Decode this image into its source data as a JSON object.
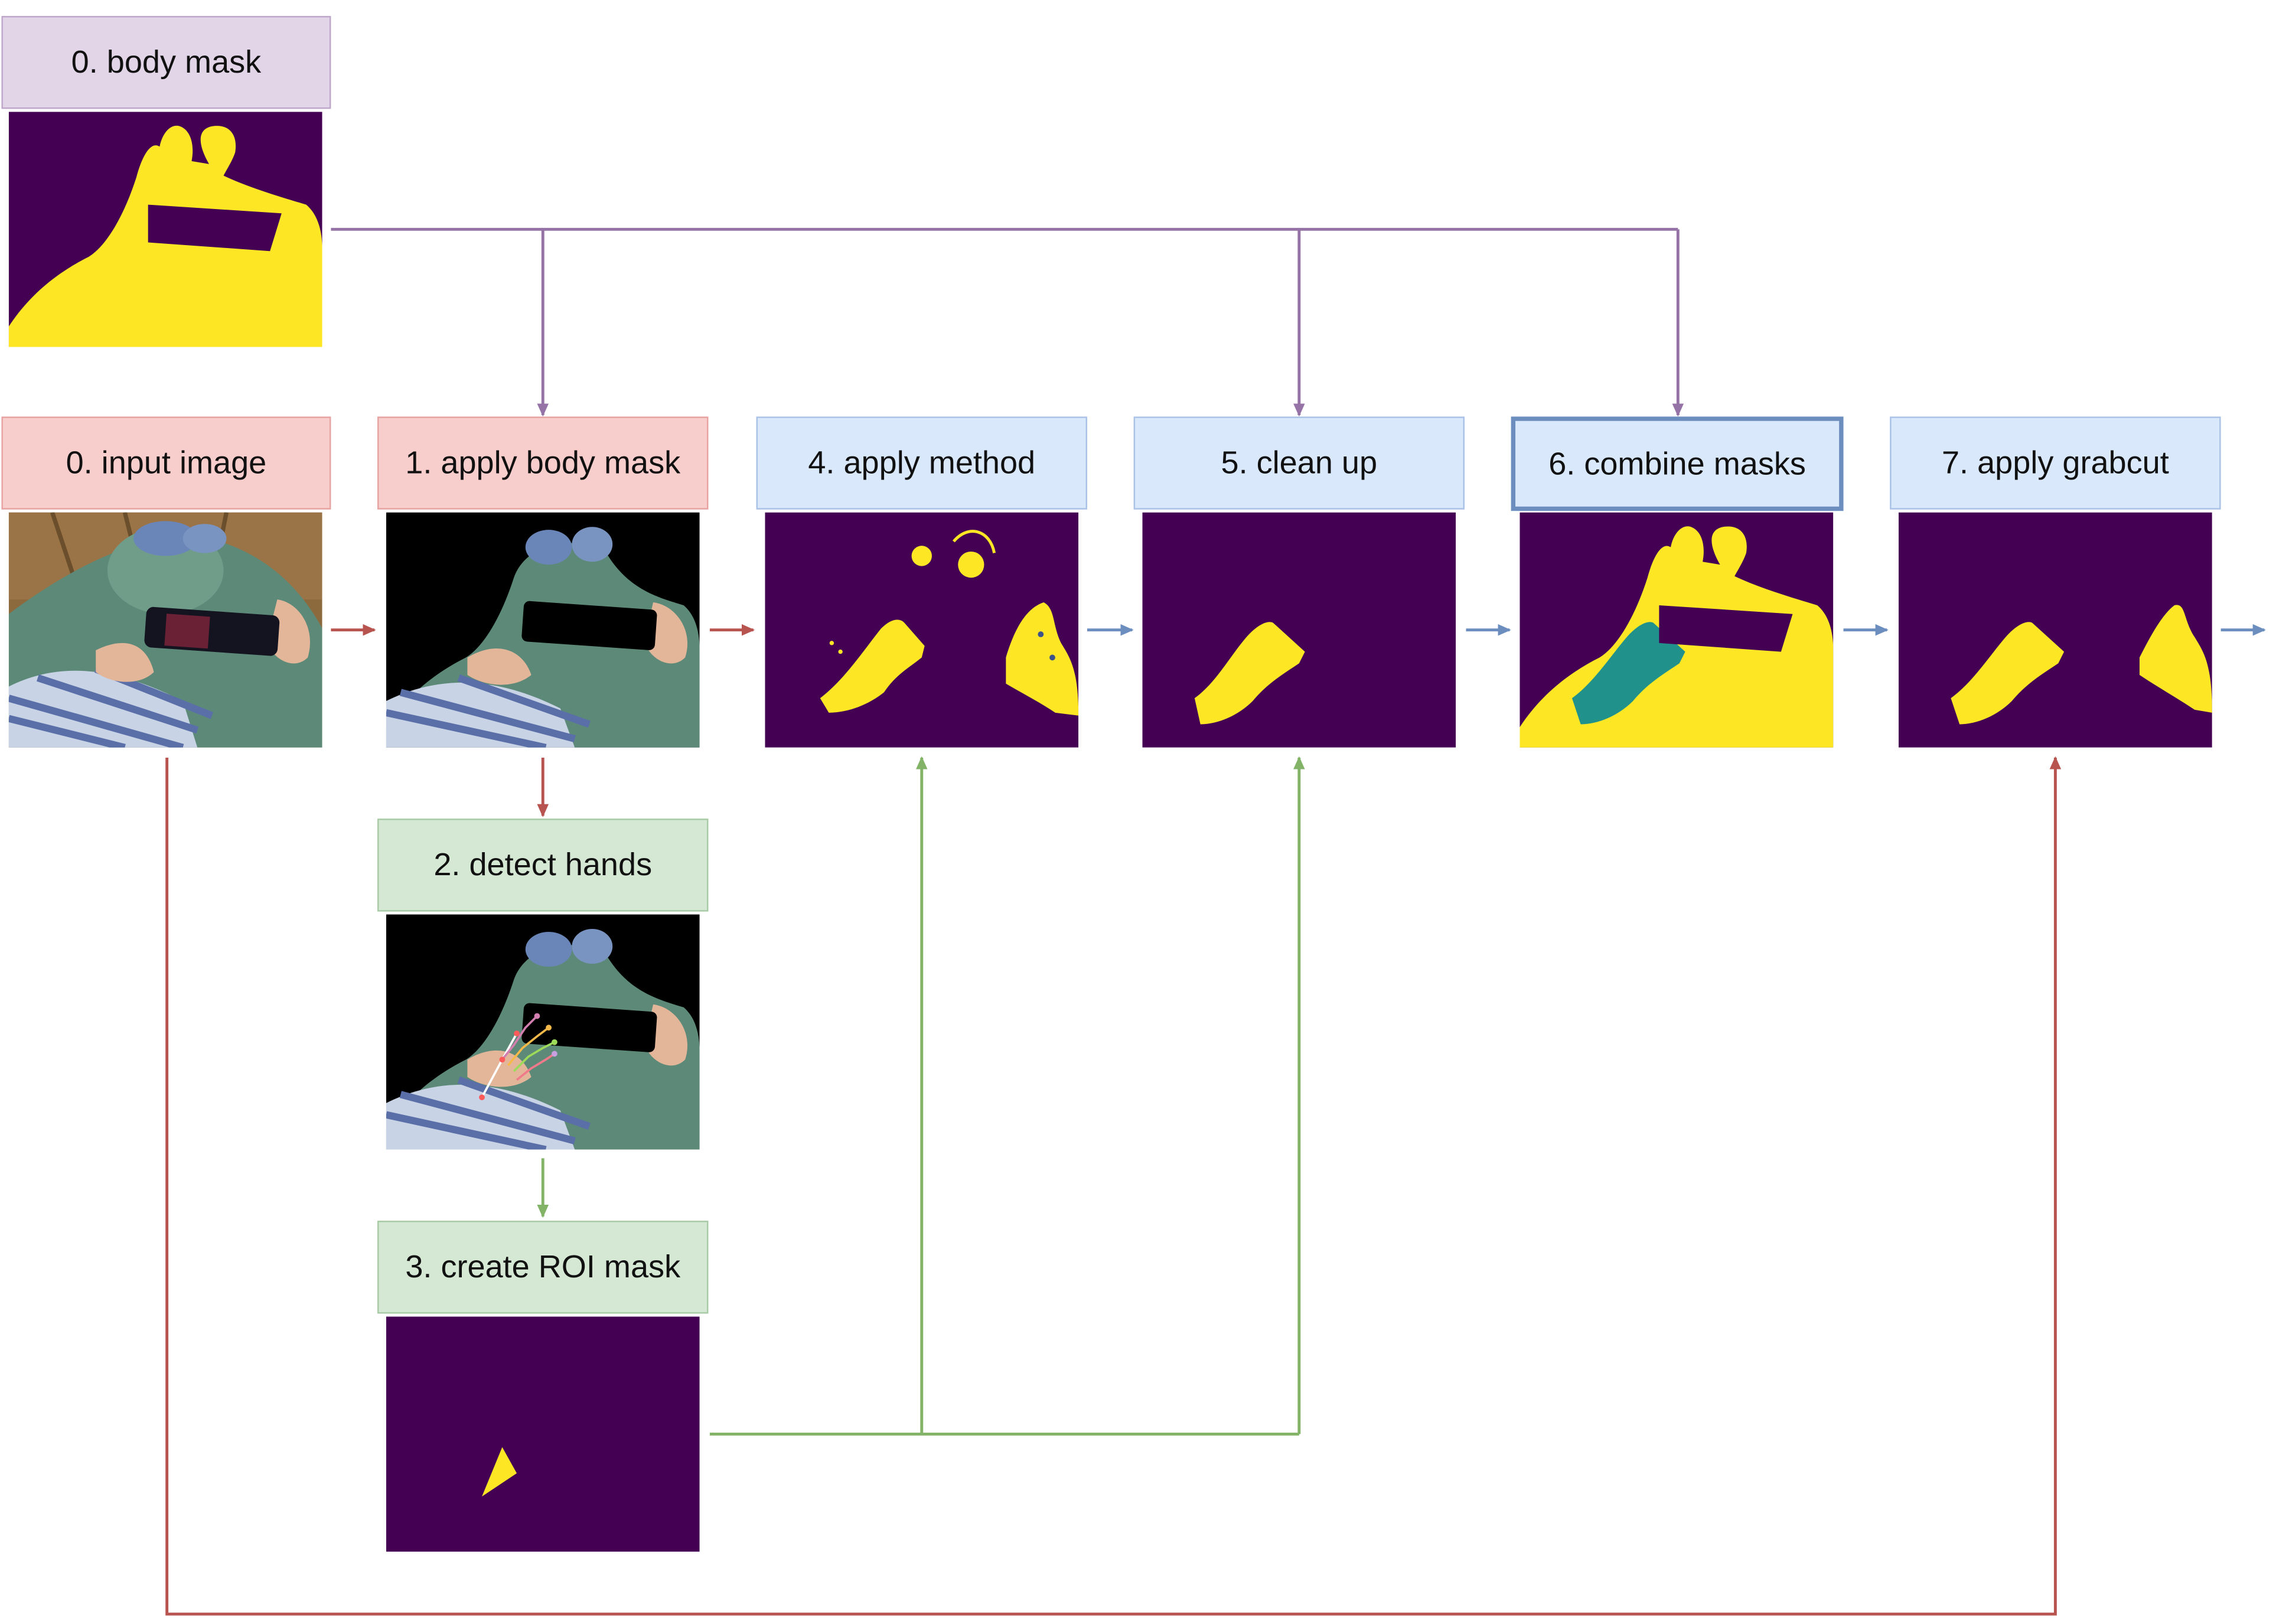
{
  "nodes": {
    "body_mask": "0. body mask",
    "input_image": "0. input image",
    "apply_body_mask": "1. apply body mask",
    "detect_hands": "2. detect hands",
    "create_roi_mask": "3. create ROI mask",
    "apply_method": "4. apply method",
    "clean_up": "5. clean up",
    "combine_masks": "6. combine masks",
    "apply_grabcut": "7. apply grabcut"
  },
  "colors": {
    "pink_fill": "#f8cecc",
    "purple_fill": "#e1d5e7",
    "blue_fill": "#dae8fc",
    "green_fill": "#d5e8d4",
    "red_edge": "#b85450",
    "purple_edge": "#9673a6",
    "blue_edge": "#6c8ebf",
    "green_edge": "#82b366",
    "mask_background": "#440154",
    "mask_foreground": "#fde725",
    "mask_overlap": "#21918c"
  },
  "edges": [
    {
      "from": "body_mask",
      "to": "apply_body_mask",
      "color": "purple"
    },
    {
      "from": "body_mask",
      "to": "clean_up",
      "color": "purple"
    },
    {
      "from": "body_mask",
      "to": "combine_masks",
      "color": "purple"
    },
    {
      "from": "input_image",
      "to": "apply_body_mask",
      "color": "red"
    },
    {
      "from": "apply_body_mask",
      "to": "detect_hands",
      "color": "red"
    },
    {
      "from": "apply_body_mask",
      "to": "apply_method",
      "color": "red"
    },
    {
      "from": "detect_hands",
      "to": "create_roi_mask",
      "color": "green"
    },
    {
      "from": "create_roi_mask",
      "to": "apply_method",
      "color": "green"
    },
    {
      "from": "create_roi_mask",
      "to": "clean_up",
      "color": "green"
    },
    {
      "from": "apply_method",
      "to": "clean_up",
      "color": "blue"
    },
    {
      "from": "clean_up",
      "to": "combine_masks",
      "color": "blue"
    },
    {
      "from": "combine_masks",
      "to": "apply_grabcut",
      "color": "blue"
    },
    {
      "from": "input_image",
      "to": "apply_grabcut",
      "color": "red"
    },
    {
      "from": "apply_grabcut",
      "to": "output",
      "color": "blue"
    }
  ]
}
